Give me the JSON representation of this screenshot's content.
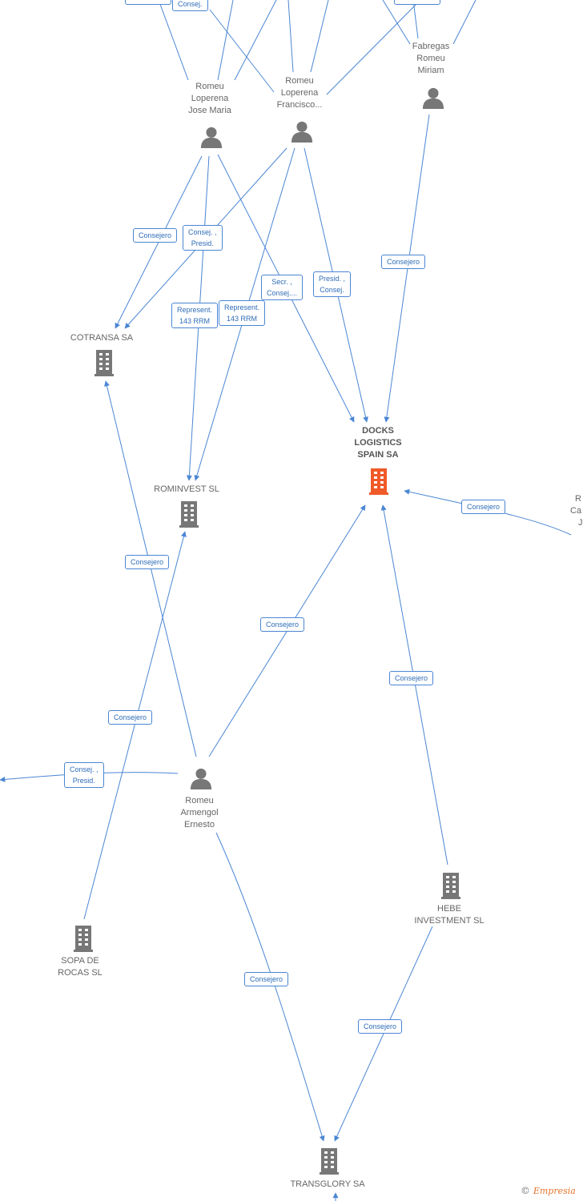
{
  "colors": {
    "edge": "#4a86d4",
    "company": "#777777",
    "focus_company": "#f05a28",
    "person": "#777777",
    "edge_text": "#2f6db8"
  },
  "nodes": [
    {
      "id": "docks",
      "type": "company",
      "focus": true,
      "lines": [
        "DOCKS",
        "LOGISTICS",
        "SPAIN SA"
      ]
    },
    {
      "id": "cotransa",
      "type": "company",
      "lines": [
        "COTRANSA SA"
      ]
    },
    {
      "id": "rominvest",
      "type": "company",
      "lines": [
        "ROMINVEST SL"
      ]
    },
    {
      "id": "hebe",
      "type": "company",
      "lines": [
        "HEBE",
        "INVESTMENT  SL"
      ]
    },
    {
      "id": "sopa",
      "type": "company",
      "lines": [
        "SOPA DE",
        "ROCAS SL"
      ]
    },
    {
      "id": "transglory",
      "type": "company",
      "lines": [
        "TRANSGLORY SA"
      ]
    },
    {
      "id": "jose",
      "type": "person",
      "lines": [
        "Romeu",
        "Loperena",
        "Jose Maria"
      ]
    },
    {
      "id": "francisco",
      "type": "person",
      "lines": [
        "Romeu",
        "Loperena",
        "Francisco..."
      ]
    },
    {
      "id": "fabregas",
      "type": "person",
      "lines": [
        "Fabregas",
        "Romeu",
        "Miriam"
      ]
    },
    {
      "id": "ernesto",
      "type": "person",
      "lines": [
        "Romeu",
        "Armengol",
        "Ernesto"
      ]
    },
    {
      "id": "right_cut",
      "type": "person",
      "lines": [
        "R",
        "Ca",
        "J"
      ]
    }
  ],
  "edge_labels": [
    {
      "id": "top1",
      "lines": [
        "Consej."
      ]
    },
    {
      "id": "l_jose_cotransa",
      "lines": [
        "Consejero"
      ]
    },
    {
      "id": "l_fran_cotransa",
      "lines": [
        "Consej. ,",
        "Presid."
      ]
    },
    {
      "id": "l_fran_docks",
      "lines": [
        "Secr. ,",
        "Consej...."
      ]
    },
    {
      "id": "l_fran_docks2",
      "lines": [
        "Presid. ,",
        "Consej."
      ]
    },
    {
      "id": "l_jose_romin",
      "lines": [
        "Represent.",
        "143 RRM"
      ]
    },
    {
      "id": "l_fran_romin",
      "lines": [
        "Represent.",
        "143 RRM"
      ]
    },
    {
      "id": "l_fab_docks",
      "lines": [
        "Consejero"
      ]
    },
    {
      "id": "l_right_docks",
      "lines": [
        "Consejero"
      ]
    },
    {
      "id": "l_ern_cotransa",
      "lines": [
        "Consejero"
      ]
    },
    {
      "id": "l_ern_docks",
      "lines": [
        "Consejero"
      ]
    },
    {
      "id": "l_hebe_docks",
      "lines": [
        "Consejero"
      ]
    },
    {
      "id": "l_sopa_romin",
      "lines": [
        "Consejero"
      ]
    },
    {
      "id": "l_ern_left",
      "lines": [
        "Consej. ,",
        "Presid."
      ]
    },
    {
      "id": "l_ern_trans",
      "lines": [
        "Consejero"
      ]
    },
    {
      "id": "l_hebe_trans",
      "lines": [
        "Consejero"
      ]
    }
  ],
  "footer": {
    "copyright": "©",
    "brand": "Empresia"
  }
}
